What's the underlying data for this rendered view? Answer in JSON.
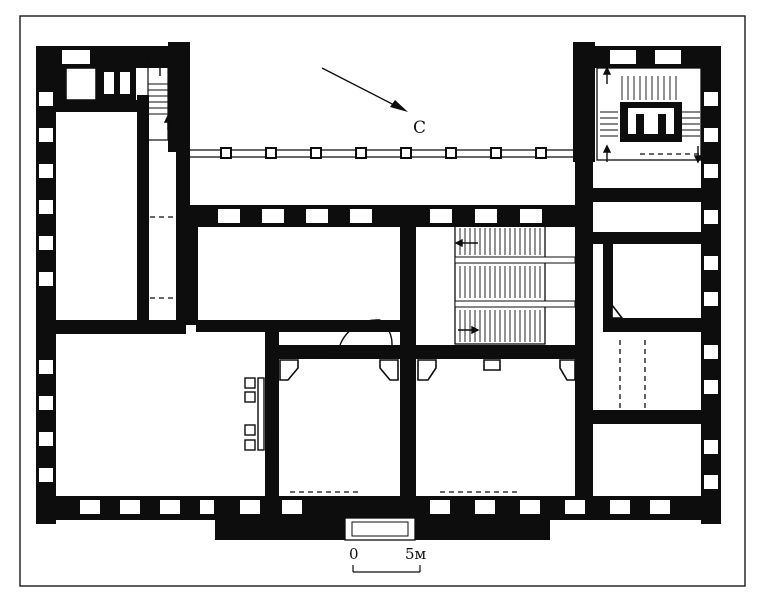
{
  "compass": {
    "label": "С"
  },
  "scale_bar": {
    "start_label": "0",
    "end_label": "5м"
  },
  "colors": {
    "ink": "#0d0d0d",
    "paper": "#ffffff",
    "frame": "#1a1a1a"
  }
}
